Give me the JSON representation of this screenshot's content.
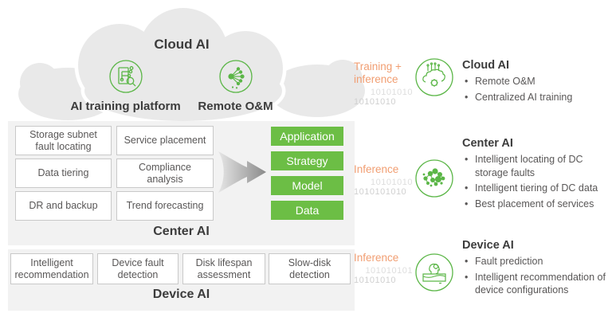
{
  "colors": {
    "green": "#6CBE45",
    "icon_green": "#5BB647",
    "orange": "#F19E72",
    "panel_gray": "#F2F2F2",
    "cloud_gray": "#E9E9E9"
  },
  "cloud": {
    "title": "Cloud AI",
    "items": [
      {
        "label": "AI training platform",
        "icon": "ai-training-platform-icon"
      },
      {
        "label": "Remote O&M",
        "icon": "remote-om-icon"
      }
    ]
  },
  "center_panel": {
    "label": "Center AI",
    "col1": [
      "Storage subnet fault locating",
      "Data tiering",
      "DR and backup"
    ],
    "col2": [
      "Service placement",
      "Compliance analysis",
      "Trend forecasting"
    ],
    "stack": [
      "Application",
      "Strategy",
      "Model",
      "Data"
    ]
  },
  "device_panel": {
    "label": "Device AI",
    "boxes": [
      "Intelligent recommendation",
      "Device fault detection",
      "Disk lifespan assessment",
      "Slow-disk detection"
    ]
  },
  "right_rows": [
    {
      "mode": "Training + inference",
      "binary": [
        "10101010",
        "10101010"
      ],
      "icon": "cloud-ai-brain-icon",
      "title": "Cloud AI",
      "bullets": [
        "Remote O&M",
        "Centralized AI training"
      ]
    },
    {
      "mode": "Inference",
      "binary": [
        "10101010",
        "1010101010"
      ],
      "icon": "center-ai-network-icon",
      "title": "Center AI",
      "bullets": [
        "Intelligent locating of DC storage faults",
        "Intelligent tiering of DC data",
        "Best placement of services"
      ]
    },
    {
      "mode": "Inference",
      "binary": [
        "101010101",
        "10101010"
      ],
      "icon": "device-ai-icon",
      "title": "Device AI",
      "bullets": [
        "Fault prediction",
        "Intelligent recommendation of device configurations"
      ]
    }
  ]
}
